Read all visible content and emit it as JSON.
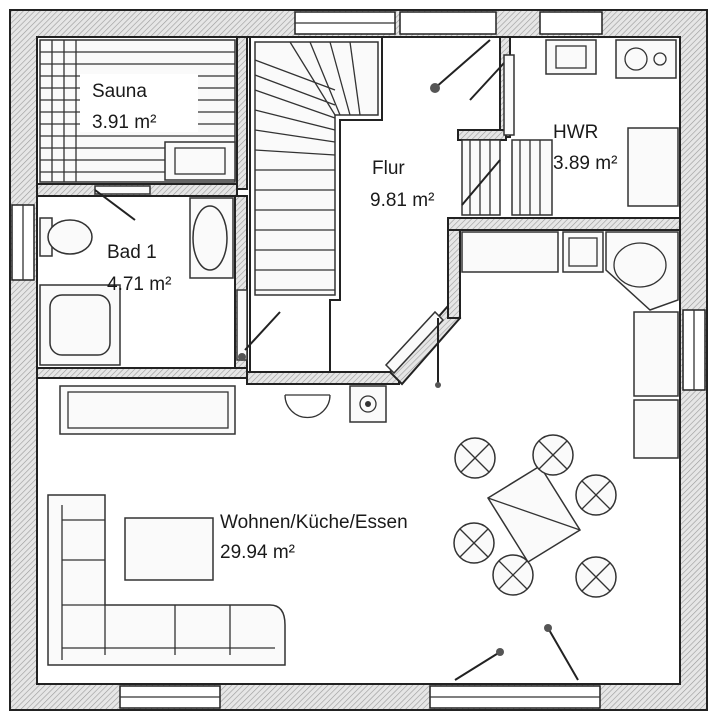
{
  "rooms": {
    "sauna": {
      "name": "Sauna",
      "area": "3.91 m²"
    },
    "bad1": {
      "name": "Bad 1",
      "area": "4.71 m²"
    },
    "flur": {
      "name": "Flur",
      "area": "9.81 m²"
    },
    "hwr": {
      "name": "HWR",
      "area": "3.89 m²"
    },
    "wohnen": {
      "name": "Wohnen/Küche/Essen",
      "area": "29.94 m²"
    }
  },
  "colors": {
    "wall": "#d0d0d0",
    "line": "#222222",
    "background": "#ffffff"
  }
}
